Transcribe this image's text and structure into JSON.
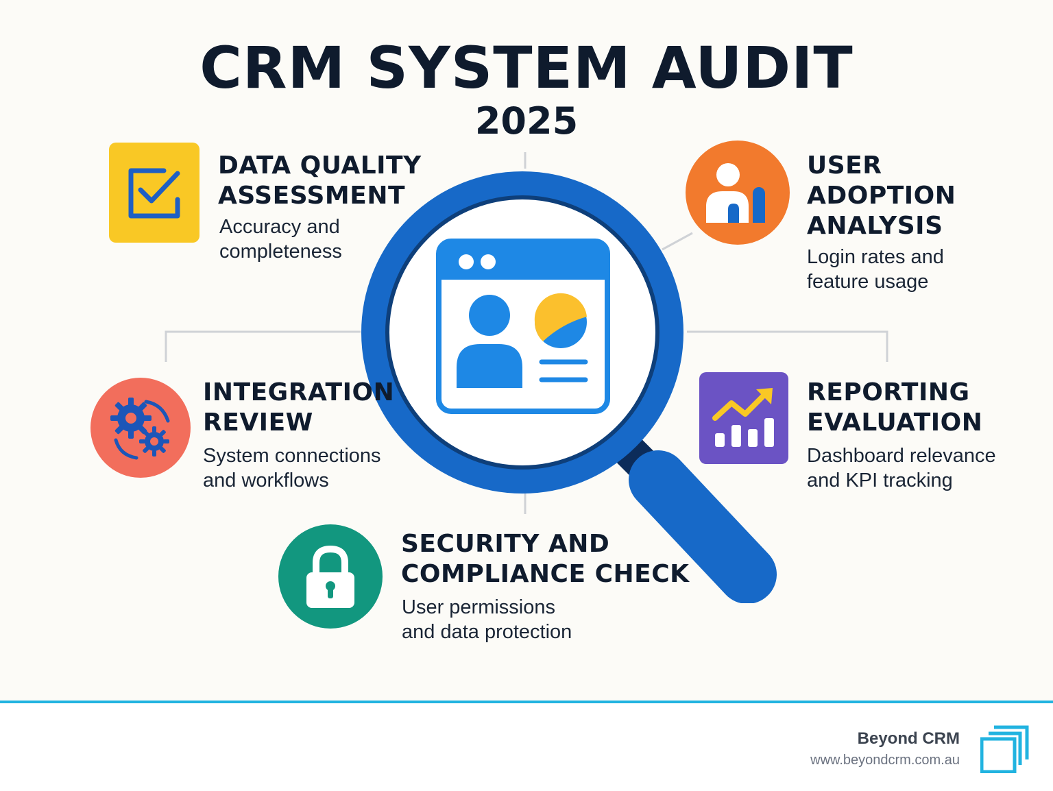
{
  "header": {
    "title": "CRM SYSTEM AUDIT",
    "year": "2025"
  },
  "items": {
    "data_quality": {
      "title": "DATA QUALITY\nASSESSMENT",
      "desc": "Accuracy and\ncompleteness",
      "icon": "checkbox-icon",
      "color": "#f9c825"
    },
    "user_adoption": {
      "title": "USER\nADOPTION\nANALYSIS",
      "desc": "Login rates and\nfeature usage",
      "icon": "user-chart-icon",
      "color": "#f27a2d"
    },
    "integration": {
      "title": "INTEGRATION\nREVIEW",
      "desc": "System connections\nand workflows",
      "icon": "gears-icon",
      "color": "#f26e5c"
    },
    "reporting": {
      "title": "REPORTING\nEVALUATION",
      "desc": "Dashboard relevance\nand KPI tracking",
      "icon": "trend-chart-icon",
      "color": "#6b53c4"
    },
    "security": {
      "title": "SECURITY AND\nCOMPLIANCE CHECK",
      "desc": "User permissions\nand data protection",
      "icon": "padlock-icon",
      "color": "#12977f"
    }
  },
  "center_icon": "magnifier-crm-window-icon",
  "colors": {
    "text": "#0f1b2d",
    "magnifier_blue": "#1769c8",
    "accent_line": "#21b3e0"
  },
  "footer": {
    "brand": "Beyond CRM",
    "url": "www.beyondcrm.com.au",
    "logo_icon": "stacked-squares-logo-icon"
  }
}
